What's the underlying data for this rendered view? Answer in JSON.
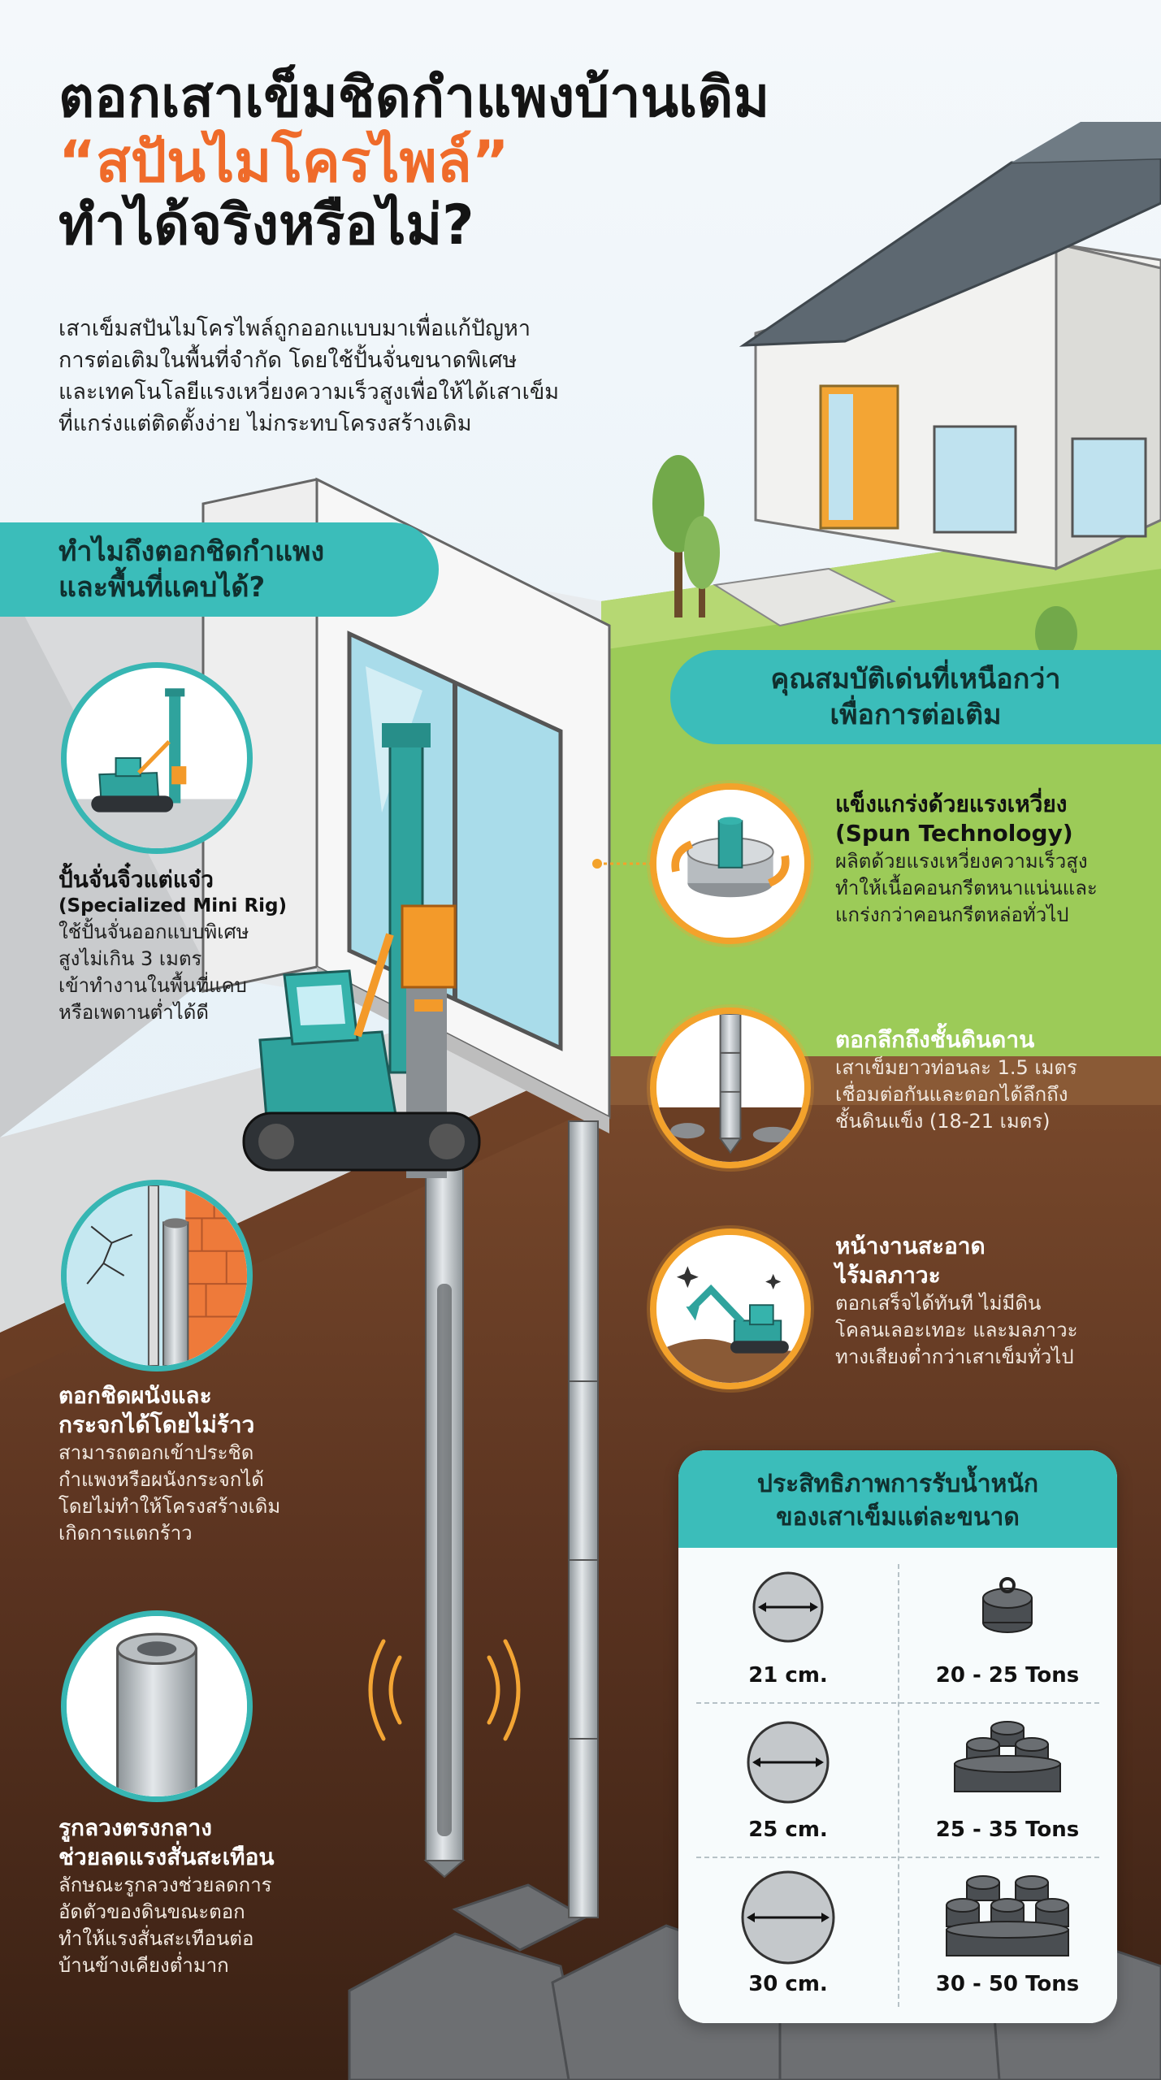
{
  "title": {
    "line1": "ตอกเสาเข็มชิดกำแพงบ้านเดิม",
    "line2": "“สปันไมโครไพล์”",
    "line3": "ทำได้จริงหรือไม่?"
  },
  "intro": {
    "lines": [
      "เสาเข็มสปันไมโครไพล์ถูกออกแบบมาเพื่อแก้ปัญหา",
      "การต่อเติมในพื้นที่จำกัด โดยใช้ปั้นจั่นขนาดพิเศษ",
      "และเทคโนโลยีแรงเหวี่ยงความเร็วสูงเพื่อให้ได้เสาเข็ม",
      "ที่แกร่งแต่ติดตั้งง่าย ไม่กระทบโครงสร้างเดิม"
    ]
  },
  "left_section": {
    "header_line1": "ทำไมถึงตอกชิดกำแพง",
    "header_line2": "และพื้นที่แคบได้?",
    "features": [
      {
        "icon": "mini-rig-icon",
        "title": "ปั้นจั่นจิ๋วแต่แจ๋ว",
        "subtitle": "(Specialized Mini Rig)",
        "lines": [
          "ใช้ปั้นจั่นออกแบบพิเศษ",
          "สูงไม่เกิน 3 เมตร",
          "เข้าทำงานในพื้นที่แคบ",
          "หรือเพดานต่ำได้ดี"
        ]
      },
      {
        "icon": "cracked-wall-icon",
        "title_line1": "ตอกชิดผนังและ",
        "title_line2": "กระจกได้โดยไม่ร้าว",
        "lines": [
          "สามารถตอกเข้าประชิด",
          "กำแพงหรือผนังกระจกได้",
          "โดยไม่ทำให้โครงสร้างเดิม",
          "เกิดการแตกร้าว"
        ]
      },
      {
        "icon": "hollow-pile-icon",
        "title_line1": "รูกลวงตรงกลาง",
        "title_line2": "ช่วยลดแรงสั่นสะเทือน",
        "lines": [
          "ลักษณะรูกลวงช่วยลดการ",
          "อัดตัวของดินขณะตอก",
          "ทำให้แรงสั่นสะเทือนต่อ",
          "บ้านข้างเคียงต่ำมาก"
        ]
      }
    ]
  },
  "right_section": {
    "header_line1": "คุณสมบัติเด่นที่เหนือกว่า",
    "header_line2": "เพื่อการต่อเติม",
    "features": [
      {
        "icon": "spun-technology-icon",
        "title_line1": "แข็งแกร่งด้วยแรงเหวี่ยง",
        "title_line2": "(Spun Technology)",
        "lines": [
          "ผลิตด้วยแรงเหวี่ยงความเร็วสูง",
          "ทำให้เนื้อคอนกรีตหนาแน่นและ",
          "แกร่งกว่าคอนกรีตหล่อทั่วไป"
        ]
      },
      {
        "icon": "deep-pile-icon",
        "title_line1": "ตอกลึกถึงชั้นดินดาน",
        "lines": [
          "เสาเข็มยาวท่อนละ 1.5 เมตร",
          "เชื่อมต่อกันและตอกได้ลึกถึง",
          "ชั้นดินแข็ง (18-21 เมตร)"
        ]
      },
      {
        "icon": "excavator-clean-icon",
        "title_line1": "หน้างานสะอาด",
        "title_line2": "ไร้มลภาวะ",
        "lines": [
          "ตอกเสร็จได้ทันที ไม่มีดิน",
          "โคลนเลอะเทอะ และมลภาวะ",
          "ทางเสียงต่ำกว่าเสาเข็มทั่วไป"
        ]
      }
    ]
  },
  "capacity": {
    "title_line1": "ประสิทธิภาพการรับน้ำหนัก",
    "title_line2": "ของเสาเข็มแต่ละขนาด",
    "rows": [
      {
        "size": "21 cm.",
        "load": "20 - 25 Tons",
        "weights": 1
      },
      {
        "size": "25 cm.",
        "load": "25 - 35 Tons",
        "weights": 4
      },
      {
        "size": "30 cm.",
        "load": "30 - 50 Tons",
        "weights": 6
      }
    ]
  },
  "colors": {
    "accent_orange": "#ef6b2a",
    "teal": "#3bbdba",
    "circle_orange": "#f3a22b",
    "soil_dark": "#4a2a1a",
    "grass": "#9ccb58"
  }
}
